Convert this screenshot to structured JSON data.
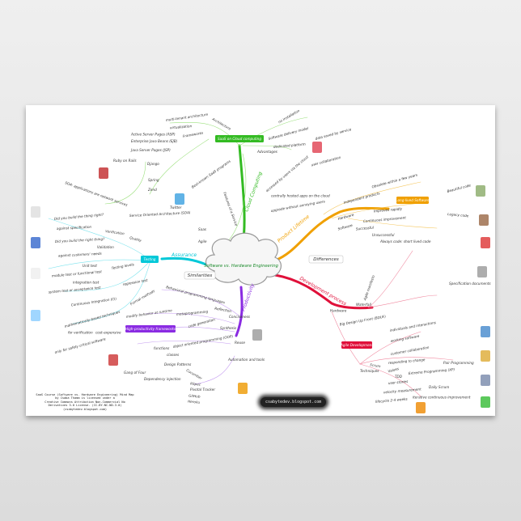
{
  "title": "Software vs. Hardware Engineering",
  "section_labels": {
    "differences": "Differences",
    "similarities": "Similarities"
  },
  "branches": {
    "cloud": {
      "label": "Cloud Computing",
      "box": "SaaS on Cloud computing",
      "color": "#33bb22"
    },
    "product": {
      "label": "Product Lifetime",
      "color": "#f0a000",
      "box": "Long-lived Software"
    },
    "process": {
      "label": "Development process",
      "color": "#e0103a",
      "box": "Agile Development"
    },
    "productivity": {
      "label": "Productivity",
      "color": "#8a2be2",
      "box": "High-productivity frameworks"
    },
    "testing": {
      "label": "Assurance",
      "color": "#00c8d8",
      "box": "Testing"
    }
  },
  "nodes": {
    "cloud": [
      "multi-tenant architecture",
      "virtualization",
      "Architecture",
      "Active Server Pages (ASP)",
      "Enterprise Java Beans (EJB)",
      "Java Server Pages (JSP)",
      "Frameworks",
      "Django",
      "Spring",
      "Zend",
      "Ruby on Rails",
      "Twitter",
      "Best-known SaaS programs",
      "Service Oriented Architecture (SOA)",
      "SOA: applications are network services",
      "Software delivery model",
      "Advantages",
      "no installation",
      "accessed by users via the cloud",
      "data saved by service",
      "user collaboration",
      "centrally hosted apps on the cloud",
      "dedicated platform",
      "upgrade without annoying users",
      "Features of a Service",
      "Saas",
      "Agile"
    ],
    "product": [
      "Hardware",
      "Software",
      "Independent products",
      "Obsolete within a few years",
      "Improves rapidly",
      "Continuous improvement",
      "Successful",
      "Beautiful code",
      "Legacy code",
      "Unsuccessful",
      "Always code: short lived code"
    ],
    "process": [
      "Hardware",
      "Waterfall",
      "Big Design Up Front (BDUF)",
      "Specification documents",
      "Agile manifesto",
      "individuals and interactions",
      "working software",
      "customer collaboration",
      "responding to change",
      "Values",
      "Extreme Programming (XP)",
      "Pair Programming",
      "Scrum",
      "Daily Scrum",
      "Techniques",
      "TDD",
      "user stories",
      "velocity measurement",
      "lifecycle 2-4 weeks",
      "iterative continuous improvement"
    ],
    "productivity": [
      "Conciseness",
      "Behavioral programming languages",
      "Reflection",
      "metaprogramming",
      "modify behavior at runtime",
      "Synthesis",
      "code generation",
      "Reuse",
      "functions",
      "classes",
      "object oriented programming (OOP)",
      "Design Patterns",
      "Gang of Four",
      "Dependency injection",
      "Automation and tools",
      "Cucumber",
      "RSpec",
      "Pivotal Tracker",
      "GitHub",
      "Heroku"
    ],
    "testing": [
      "Quality",
      "Verification",
      "Did you build the thing right?",
      "against specification",
      "Validation",
      "Did you build the right thing?",
      "against customers' needs",
      "Testing levels",
      "Unit test",
      "module test or functional test",
      "integration test",
      "system test or acceptance test",
      "Continuous Integration (CI)",
      "regression test",
      "Formal methods",
      "mathematically-based techniques",
      "cost-expensive",
      "only for safety critical software",
      "for verification"
    ]
  },
  "credit": [
    "SaaS Course (Software vs. Hardware Engineering) Mind Map",
    "by Csaba Thamm is licensed under a",
    "Creative Commons Attribution Non-Commercial No",
    "Derivatives 3.0 License. (CC-BY-NC-ND-3.0)",
    "(csabytedev.blogspot.com)"
  ],
  "blog": "csabytedev.blogspot.com"
}
